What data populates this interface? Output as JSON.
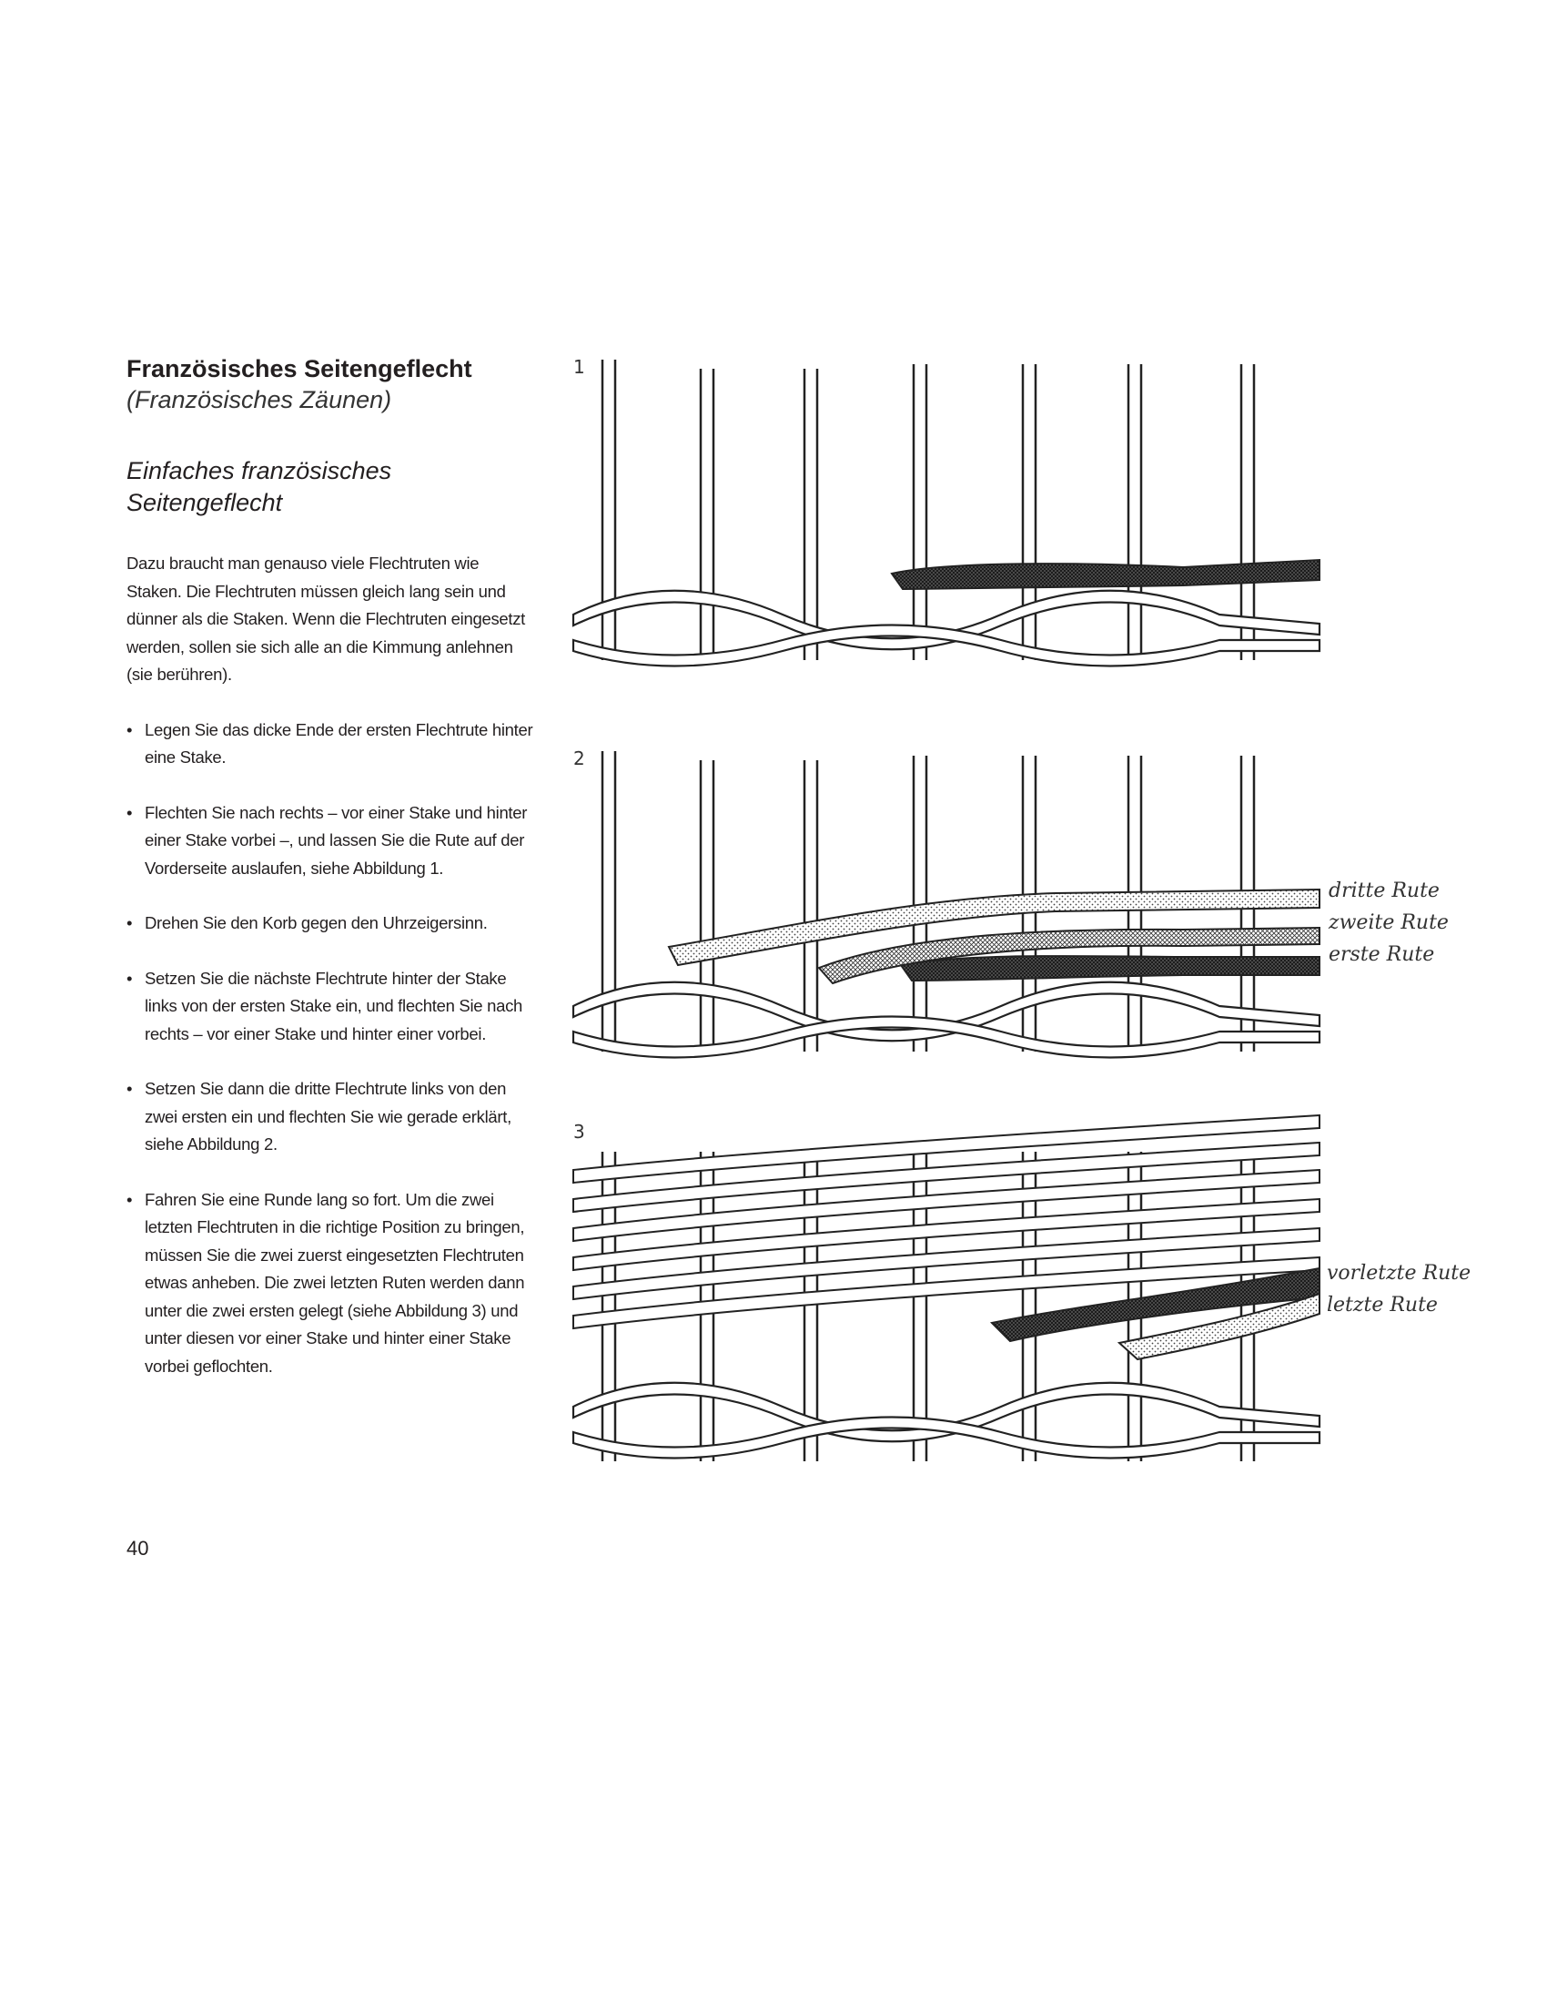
{
  "heading": {
    "title": "Französisches Seitengeflecht",
    "subtitle": "(Französisches Zäunen)",
    "section": "Einfaches französisches Seitengeflecht"
  },
  "intro": "Dazu braucht man genauso viele Flechtruten wie Staken. Die Flechtruten müssen gleich lang sein und dünner als die Staken. Wenn die Flechtruten eingesetzt werden, sollen sie sich alle an die Kimmung anlehnen (sie berühren).",
  "steps": [
    "Legen Sie das dicke Ende der ersten Flechtrute hinter eine Stake.",
    "Flechten Sie nach rechts – vor einer Stake und hinter einer Stake vorbei –, und lassen Sie die Rute auf der Vorderseite auslaufen, siehe Abbildung 1.",
    "Drehen Sie den Korb gegen den Uhrzeigersinn.",
    "Setzen Sie die nächste Flechtrute hinter der Stake links von der ersten Stake ein, und flechten Sie nach rechts – vor einer Stake und hinter einer vorbei.",
    "Setzen Sie dann die dritte Flechtrute links von den zwei ersten ein und flechten Sie wie gerade erklärt, siehe Abbildung 2.",
    "Fahren Sie eine Runde lang so fort. Um die zwei letzten Flechtruten in die richtige Position zu bringen, müssen Sie die zwei zuerst eingesetzten Flechtruten etwas anheben. Die zwei letzten Ruten werden dann unter die zwei ersten gelegt (siehe Abbildung 3) und unter diesen vor einer Stake und hinter einer Stake vorbei geflochten."
  ],
  "figures": [
    {
      "number": "1",
      "labels": []
    },
    {
      "number": "2",
      "labels": [
        "dritte Rute",
        "zweite Rute",
        "erste Rute"
      ]
    },
    {
      "number": "3",
      "labels": [
        "vorletzte Rute",
        "letzte Rute"
      ]
    }
  ],
  "page_number": "40",
  "colors": {
    "text": "#231f20",
    "ink": "#222222",
    "paper": "#ffffff"
  }
}
